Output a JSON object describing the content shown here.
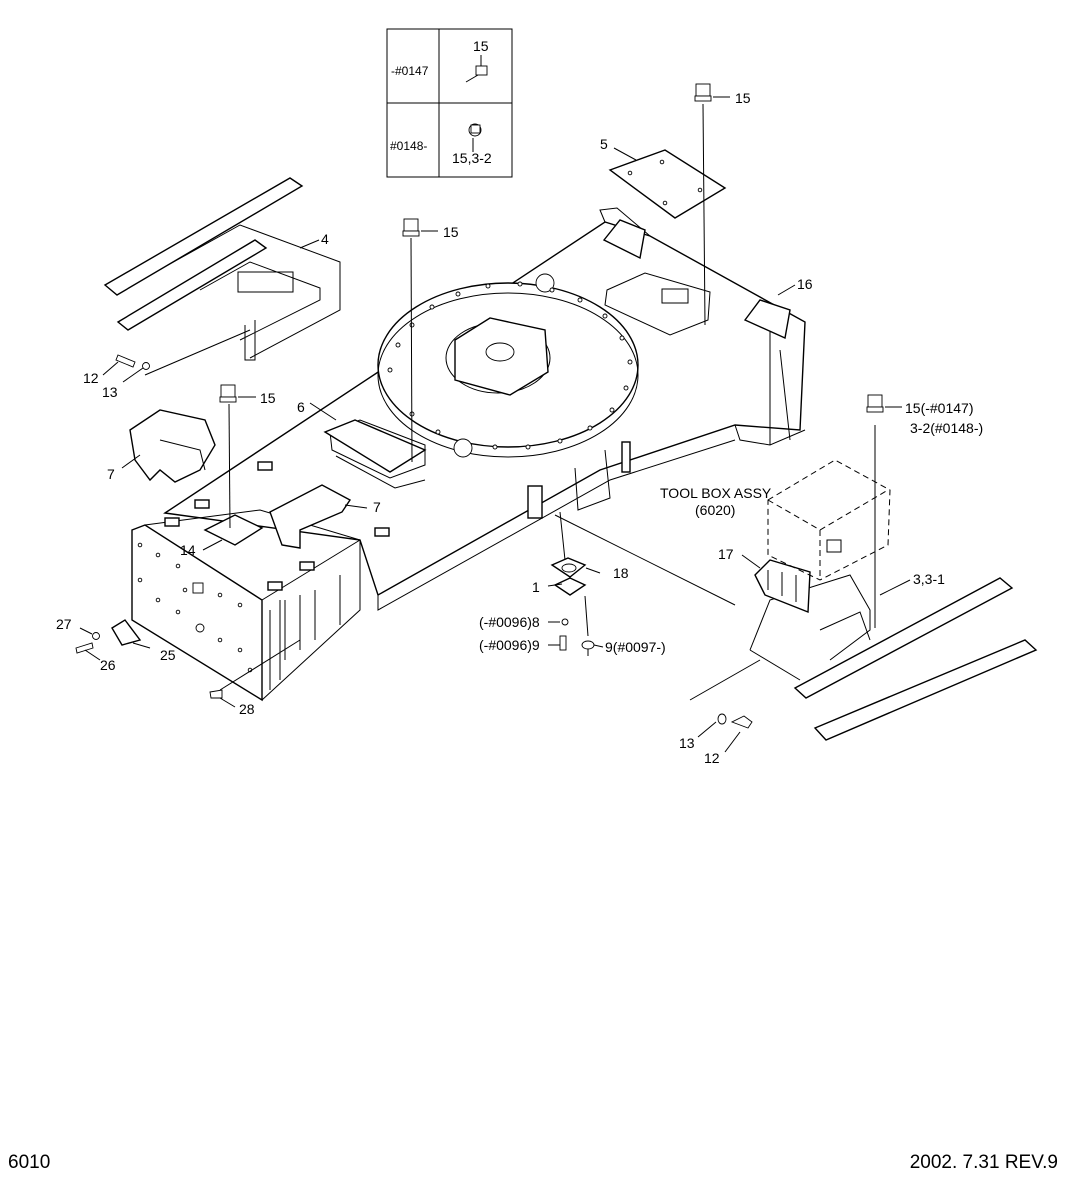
{
  "inset_table": {
    "rows": [
      {
        "serial": "-#0147",
        "callout": "15"
      },
      {
        "serial": "#0148-",
        "callout": "15,3-2"
      }
    ]
  },
  "callouts": {
    "c15_top_right": "15",
    "c5": "5",
    "c15_center": "15",
    "c4": "4",
    "c16": "16",
    "c12_left": "12",
    "c13_left": "13",
    "c15_left": "15",
    "c6": "6",
    "c15_right_a": "15(-#0147)",
    "c15_right_b": "3-2(#0148-)",
    "c7_left": "7",
    "c7_mid": "7",
    "c14": "14",
    "tool_box_name": "TOOL BOX ASSY",
    "tool_box_ref": "(6020)",
    "c17": "17",
    "c3": "3,3-1",
    "c1": "1",
    "c18": "18",
    "c8": "(-#0096)8",
    "c9_left": "(-#0096)9",
    "c9_right": "9(#0097-)",
    "c27": "27",
    "c26": "26",
    "c25": "25",
    "c28": "28",
    "c13_right": "13",
    "c12_right": "12"
  },
  "footer": {
    "page_number": "6010",
    "revision": "2002. 7.31 REV.9"
  }
}
